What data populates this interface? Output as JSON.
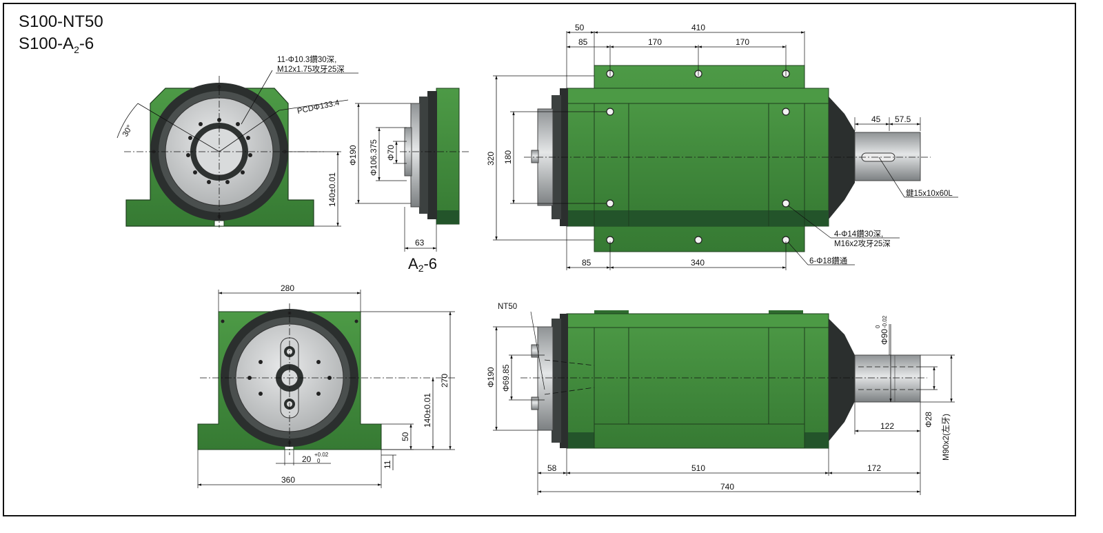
{
  "titles": {
    "line1": "S100-NT50",
    "line2_base": "S100-A",
    "line2_sub": "2",
    "line2_tail": "-6"
  },
  "labels": {
    "a26_base": "A",
    "a26_sub": "2",
    "a26_tail": "-6",
    "nt50": "NT50",
    "bolt_note_1": "11-Φ10.3鑽30深,",
    "bolt_note_2": "M12x1.75攻牙25深",
    "pcd": "PCDΦ133.4",
    "angle": "30°",
    "key": "鍵15x10x60L",
    "hole_note_1": "4-Φ14鑽30深,",
    "hole_note_2": "M16x2攻牙25深",
    "thru_note": "6-Φ18鑽通"
  },
  "dims": {
    "d140a": "140±0.01",
    "d190a": "Φ190",
    "d106": "Φ106.375",
    "d70": "Φ70",
    "d63": "63",
    "d50top": "50",
    "d410": "410",
    "d85a": "85",
    "d170a": "170",
    "d170b": "170",
    "d320": "320",
    "d180": "180",
    "d45": "45",
    "d575": "57.5",
    "d85b": "85",
    "d340": "340",
    "d280": "280",
    "d270": "270",
    "d140b": "140±0.01",
    "d50b": "50",
    "d20": "20",
    "d20tol_up": "+0.02",
    "d20tol_lo": "0",
    "d11": "11",
    "d360": "360",
    "d190b": "Φ190",
    "d6985": "Φ69.85",
    "d90": "Φ90",
    "d90tol_up": "0",
    "d90tol_lo": "-0.02",
    "d28": "Φ28",
    "dm90": "M90x2(左牙)",
    "d122": "122",
    "d58": "58",
    "d510": "510",
    "d172": "172",
    "d740": "740"
  },
  "colors": {
    "housing_green": "#3f8a3a",
    "housing_dark": "#1f4a22",
    "face_grey": "#cfd1d2",
    "ring_dark": "#2b2f2e",
    "shaft_grey": "#b9bcbd",
    "frame": "#111111"
  }
}
